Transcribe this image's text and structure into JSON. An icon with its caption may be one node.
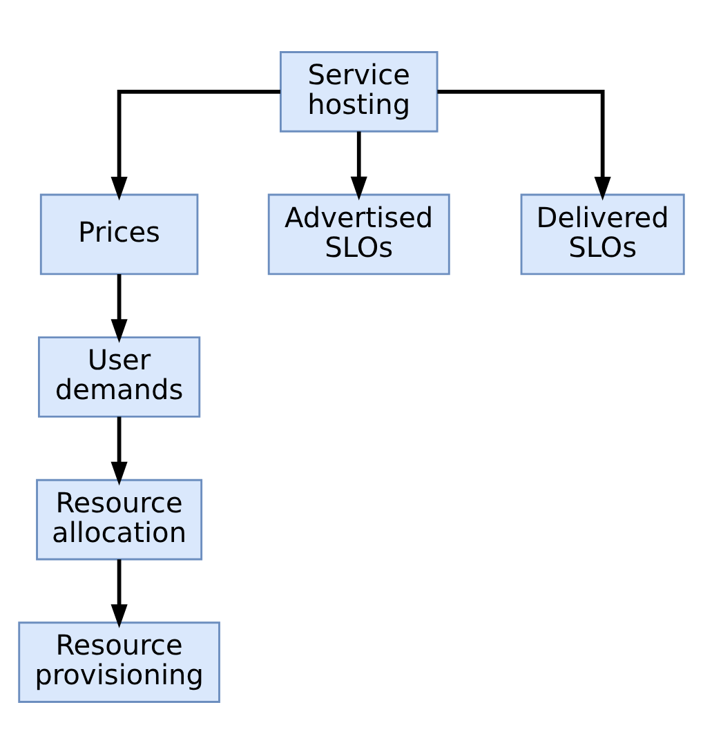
{
  "diagram": {
    "nodes": [
      {
        "text": [
          "Service hosting"
        ]
      },
      {
        "text": [
          "Prices"
        ]
      },
      {
        "text": [
          "Advertised SLOs"
        ]
      },
      {
        "text": [
          "Delivered SLOs"
        ]
      },
      {
        "text": [
          "User demands"
        ]
      },
      {
        "text": [
          "Resource allocation"
        ]
      },
      {
        "text": [
          "Resource provisioning"
        ]
      }
    ],
    "edges": [
      {
        "from": 0,
        "to": 1,
        "arrow": "to"
      },
      {
        "from": 0,
        "to": 2,
        "arrow": "to"
      },
      {
        "from": 0,
        "to": 3,
        "arrow": "to"
      },
      {
        "from": 1,
        "to": 4,
        "arrow": "to"
      },
      {
        "from": 4,
        "to": 5,
        "arrow": "to"
      },
      {
        "from": 5,
        "to": 6,
        "arrow": "to"
      }
    ]
  }
}
